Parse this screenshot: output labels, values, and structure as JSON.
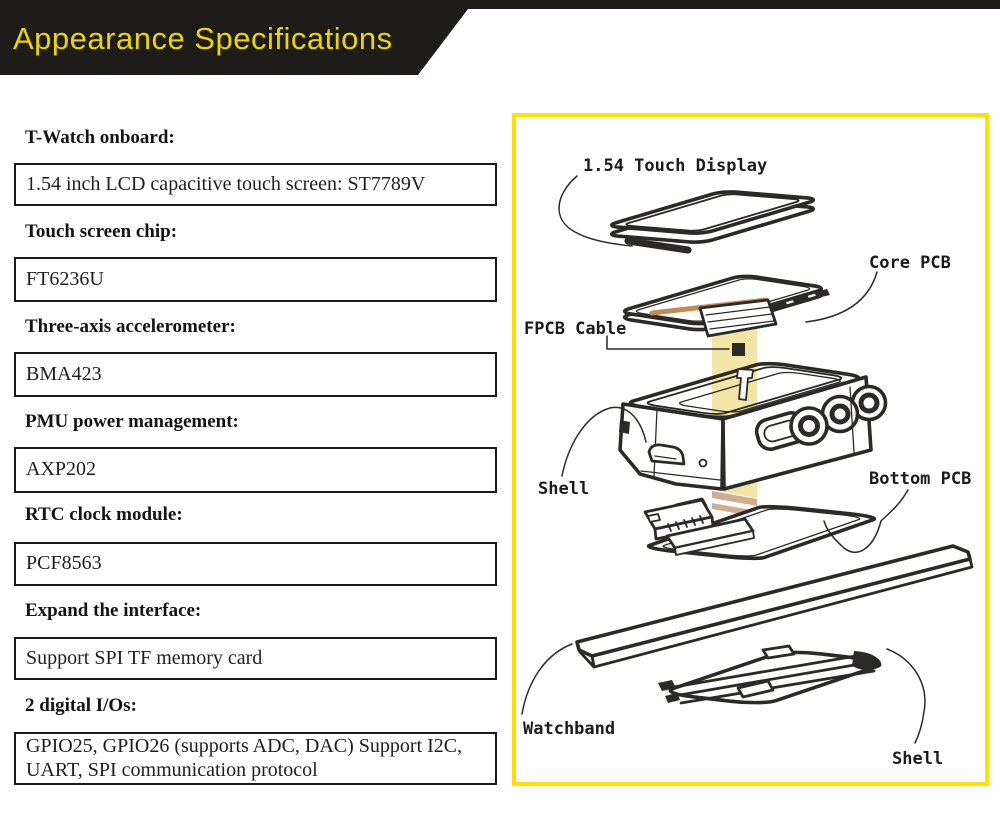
{
  "header": {
    "title": "Appearance Specifications"
  },
  "specs": {
    "items": [
      {
        "label": "T-Watch onboard:",
        "value": "1.54 inch LCD capacitive touch screen: ST7789V"
      },
      {
        "label": "Touch screen chip:",
        "value": "FT6236U"
      },
      {
        "label": "Three-axis accelerometer:",
        "value": "BMA423"
      },
      {
        "label": "PMU power management:",
        "value": "AXP202"
      },
      {
        "label": "RTC clock module:",
        "value": "PCF8563"
      },
      {
        "label": "Expand the interface:",
        "value": "Support SPI TF memory card"
      },
      {
        "label": "2 digital I/Os:",
        "value": "GPIO25, GPIO26 (supports ADC, DAC) Support I2C, UART, SPI communication protocol"
      }
    ]
  },
  "diagram": {
    "labels": [
      {
        "id": "touch-display",
        "text": "1.54 Touch Display"
      },
      {
        "id": "core-pcb",
        "text": "Core PCB"
      },
      {
        "id": "fpcb-cable",
        "text": "FPCB Cable"
      },
      {
        "id": "shell-top",
        "text": "Shell"
      },
      {
        "id": "bottom-pcb",
        "text": "Bottom PCB"
      },
      {
        "id": "watchband",
        "text": "Watchband"
      },
      {
        "id": "shell-bottom",
        "text": "Shell"
      }
    ]
  },
  "colors": {
    "banner_bg": "#1e1c19",
    "banner_text": "#eed502",
    "panel_border": "#ffe000",
    "band_yellow": "#f3e5a6",
    "band_tan": "#cfac92",
    "copper": "#c08a52",
    "line_art": "#2b2a27",
    "box_border": "#1a1a1a"
  }
}
